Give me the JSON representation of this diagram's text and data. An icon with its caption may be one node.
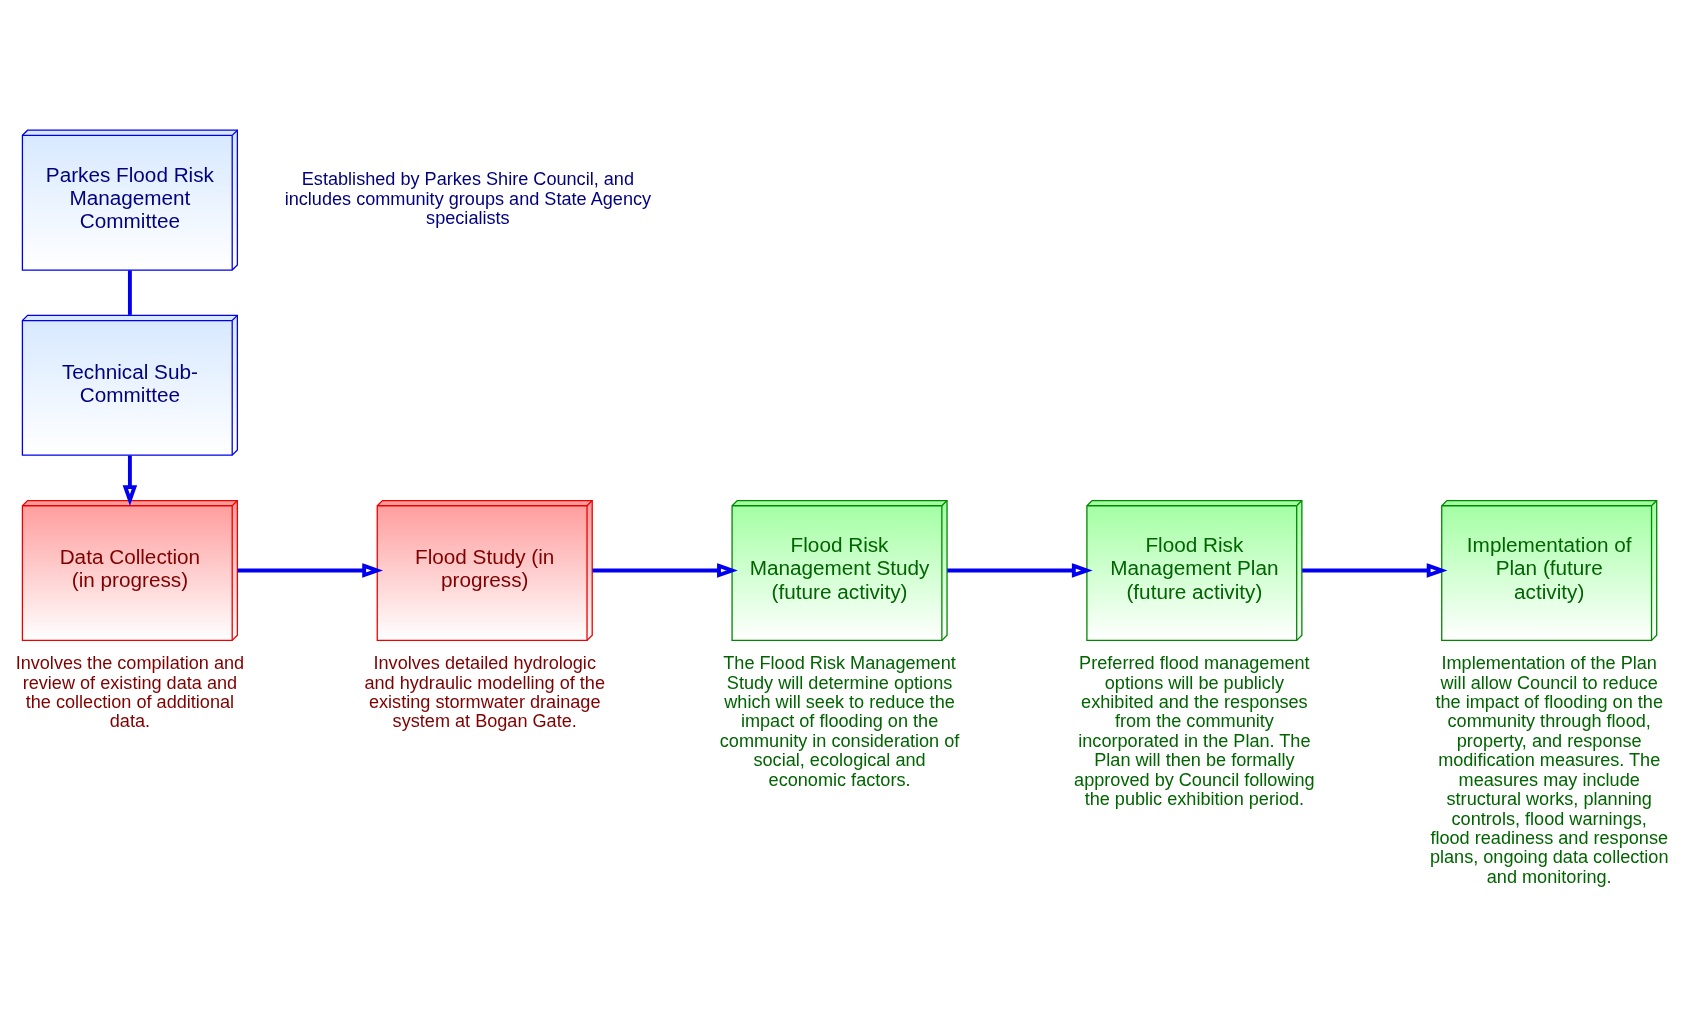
{
  "diagram": {
    "nodes": [
      {
        "text": [
          "Parkes Flood Risk Management Committee"
        ],
        "beside": [
          "Established by Parkes Shire Council, and includes community groups and State Agency specialists"
        ]
      },
      {
        "text": [
          "Technical Sub-Committee"
        ]
      },
      {
        "text": [
          "Data Collection (in progress)"
        ],
        "beside": [
          "Involves the compilation and review of existing data and the collection of additional data."
        ]
      },
      {
        "text": [
          "Flood Study (in progress)"
        ],
        "beside": [
          "Involves detailed hydrologic and hydraulic modelling of the existing stormwater drainage system at Bogan Gate."
        ]
      },
      {
        "text": [
          "Flood Risk Management Study (future activity)"
        ],
        "beside": [
          "The Flood Risk Management Study will determine options which will seek to reduce the impact of flooding on the community in consideration of social, ecological and economic factors."
        ]
      },
      {
        "text": [
          "Flood Risk Management Plan (future activity)"
        ],
        "beside": [
          "Preferred flood management options will be publicly exhibited and the responses from the community incorporated in the Plan. The Plan will then be formally approved by Council following the public exhibition period."
        ]
      },
      {
        "text": [
          "Implementation of Plan (future activity)"
        ],
        "beside": [
          "Implementation of the Plan will allow Council to reduce the impact of flooding on the community through flood, property, and response modification measures. The measures may include structural works, planning controls, flood warnings, flood readiness and response plans, ongoing data collection and monitoring."
        ]
      }
    ],
    "edges": [
      {
        "from": 0,
        "to": 1,
        "arrow": "none"
      },
      {
        "from": 1,
        "to": 2,
        "arrow": "to"
      },
      {
        "from": 2,
        "to": 3,
        "arrow": "to"
      },
      {
        "from": 3,
        "to": 4,
        "arrow": "to"
      },
      {
        "from": 4,
        "to": 5,
        "arrow": "to"
      },
      {
        "from": 5,
        "to": 6,
        "arrow": "to"
      }
    ]
  }
}
